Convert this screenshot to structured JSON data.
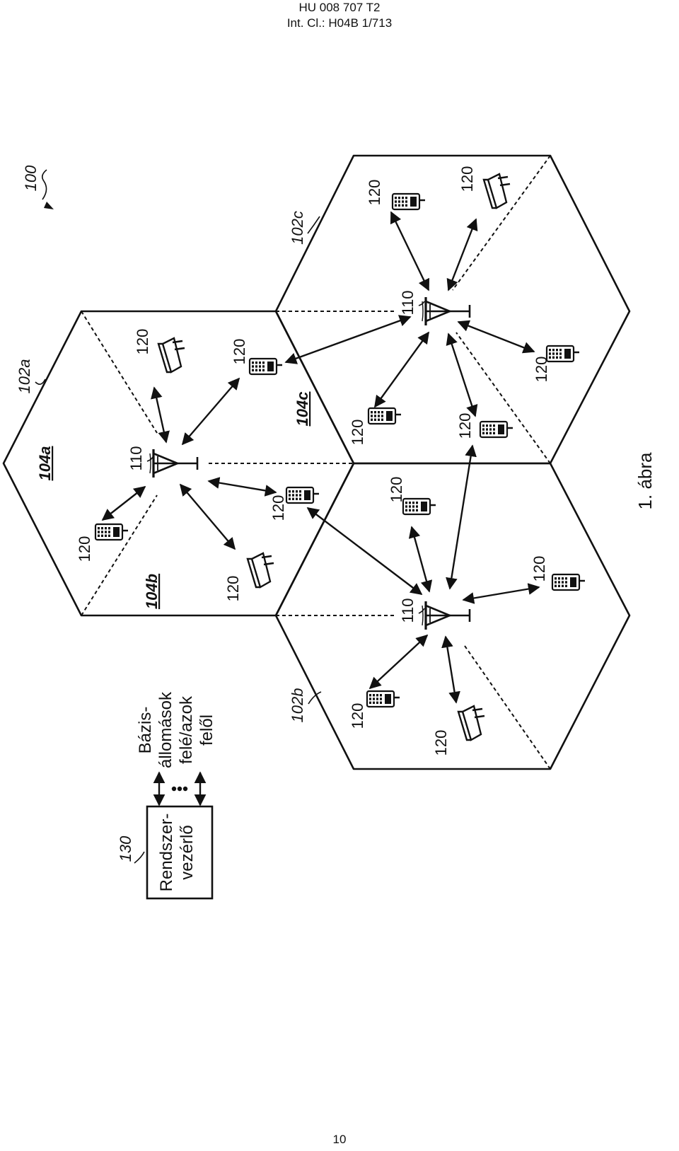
{
  "header": {
    "line1": "HU 008 707 T2",
    "line2": "Int. Cl.: H04B 1/713"
  },
  "figure": {
    "system_ref": "100",
    "cells": [
      {
        "id": "cell-a",
        "label": "102a",
        "sectors": [
          "104a",
          "104b",
          "104c"
        ],
        "base_station": "110"
      },
      {
        "id": "cell-b",
        "label": "102b",
        "base_station": "110"
      },
      {
        "id": "cell-c",
        "label": "102c",
        "base_station": "110"
      }
    ],
    "terminal_label": "120",
    "controller": {
      "ref": "130",
      "text_lines": [
        "Rendszer-",
        "vezérlő"
      ]
    },
    "bs_link_text": [
      "Bázis-",
      "állomások",
      "felé/azok",
      "felől"
    ],
    "caption": "1. ábra"
  },
  "page_number": "10",
  "colors": {
    "ink": "#111111",
    "background": "#ffffff"
  }
}
